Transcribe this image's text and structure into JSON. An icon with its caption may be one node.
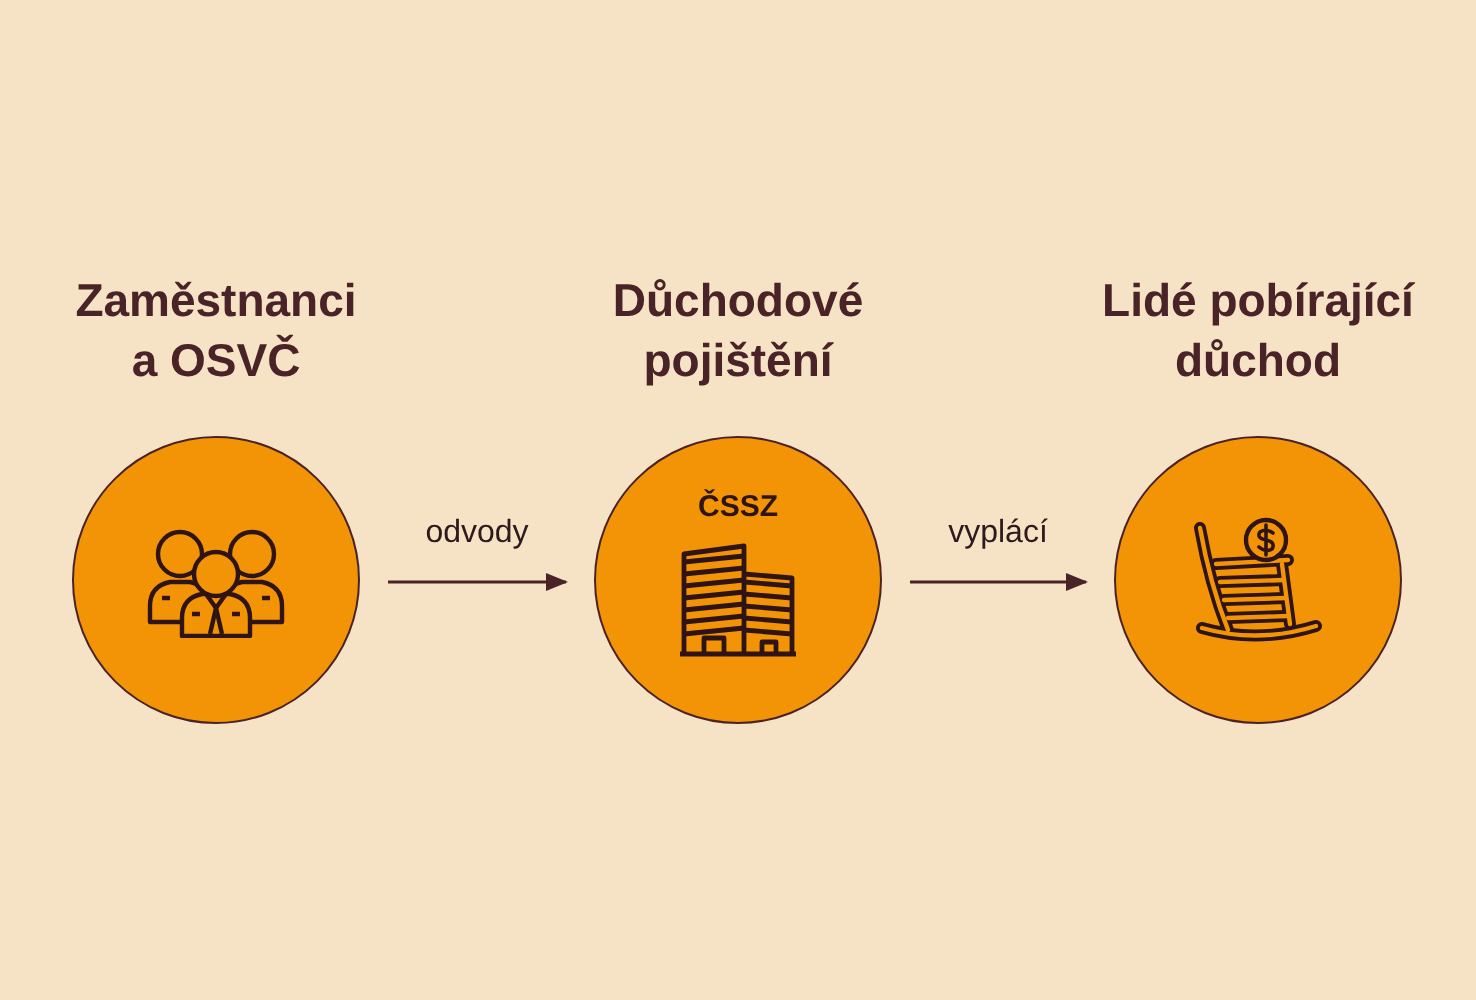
{
  "diagram": {
    "nodes": [
      {
        "text": [
          "Zaměstnanci a OSVČ"
        ]
      },
      {
        "text": [
          "Důchodové pojištění",
          "ČSSZ"
        ]
      },
      {
        "text": [
          "Lidé pobírající důchod"
        ]
      }
    ],
    "edges": [
      {
        "from": 0,
        "to": 1,
        "arrow": "to",
        "label": "odvody"
      },
      {
        "from": 1,
        "to": 2,
        "arrow": "to",
        "label": "vyplácí"
      }
    ]
  }
}
